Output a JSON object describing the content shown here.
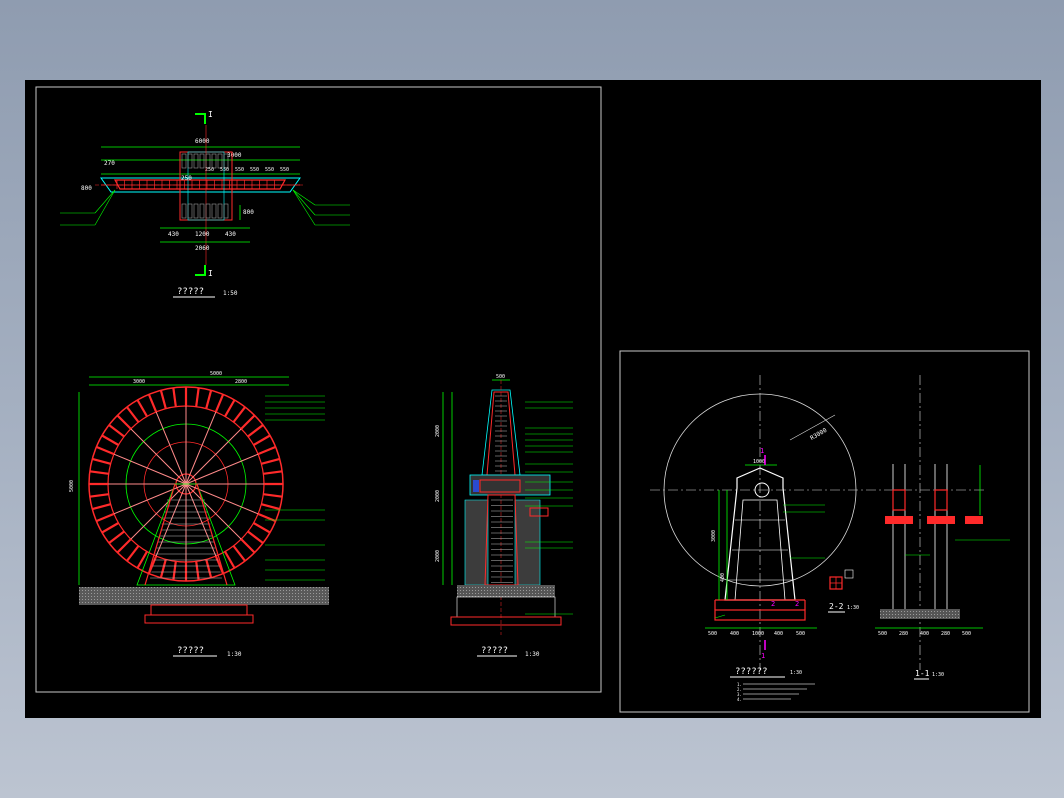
{
  "colors": {
    "background": "#000000",
    "frame": "#c8c8c8",
    "red": "#ff2a2a",
    "green": "#00ff00",
    "white": "#ffffff",
    "magenta": "#ff00ff",
    "cyan": "#00ffff"
  },
  "plan_view": {
    "section_mark": "I",
    "overall_dim": "6000",
    "half_dim": "3000",
    "segment_dims": [
      "250",
      "550",
      "550",
      "550",
      "550",
      "550"
    ],
    "left_dim": "270",
    "side_dim": "800",
    "bottom_dims": [
      "430",
      "1200",
      "430"
    ],
    "bottom_total": "2060",
    "vertical_dims": [
      "800",
      "250"
    ],
    "title": "?????",
    "scale": "1:50"
  },
  "front_view": {
    "top_dims": [
      "5000",
      "3000",
      "2800"
    ],
    "height_dim": "5000",
    "title": "?????",
    "scale": "1:30"
  },
  "side_view": {
    "top_dim": "500",
    "height_dims": [
      "2000",
      "2000",
      "2000"
    ],
    "title": "?????",
    "scale": "1:30"
  },
  "detail_view": {
    "radius_dim": "R3000",
    "top_dim": "1000",
    "left_dims": [
      "3000",
      "400"
    ],
    "marker_top": "1",
    "marker_bottom": "1",
    "marker_left": "2",
    "marker_right": "2",
    "bottom_dims": [
      "500",
      "400",
      "1000",
      "400",
      "500"
    ],
    "title": "??????",
    "scale": "1:30",
    "section_22_title": "2-2",
    "section_22_scale": "1:30",
    "section_11_title": "1-1",
    "section_11_scale": "1:30",
    "section_11_dims": [
      "500",
      "280",
      "400",
      "280",
      "500"
    ],
    "notes": [
      "1.",
      "2.",
      "3.",
      "4."
    ]
  }
}
